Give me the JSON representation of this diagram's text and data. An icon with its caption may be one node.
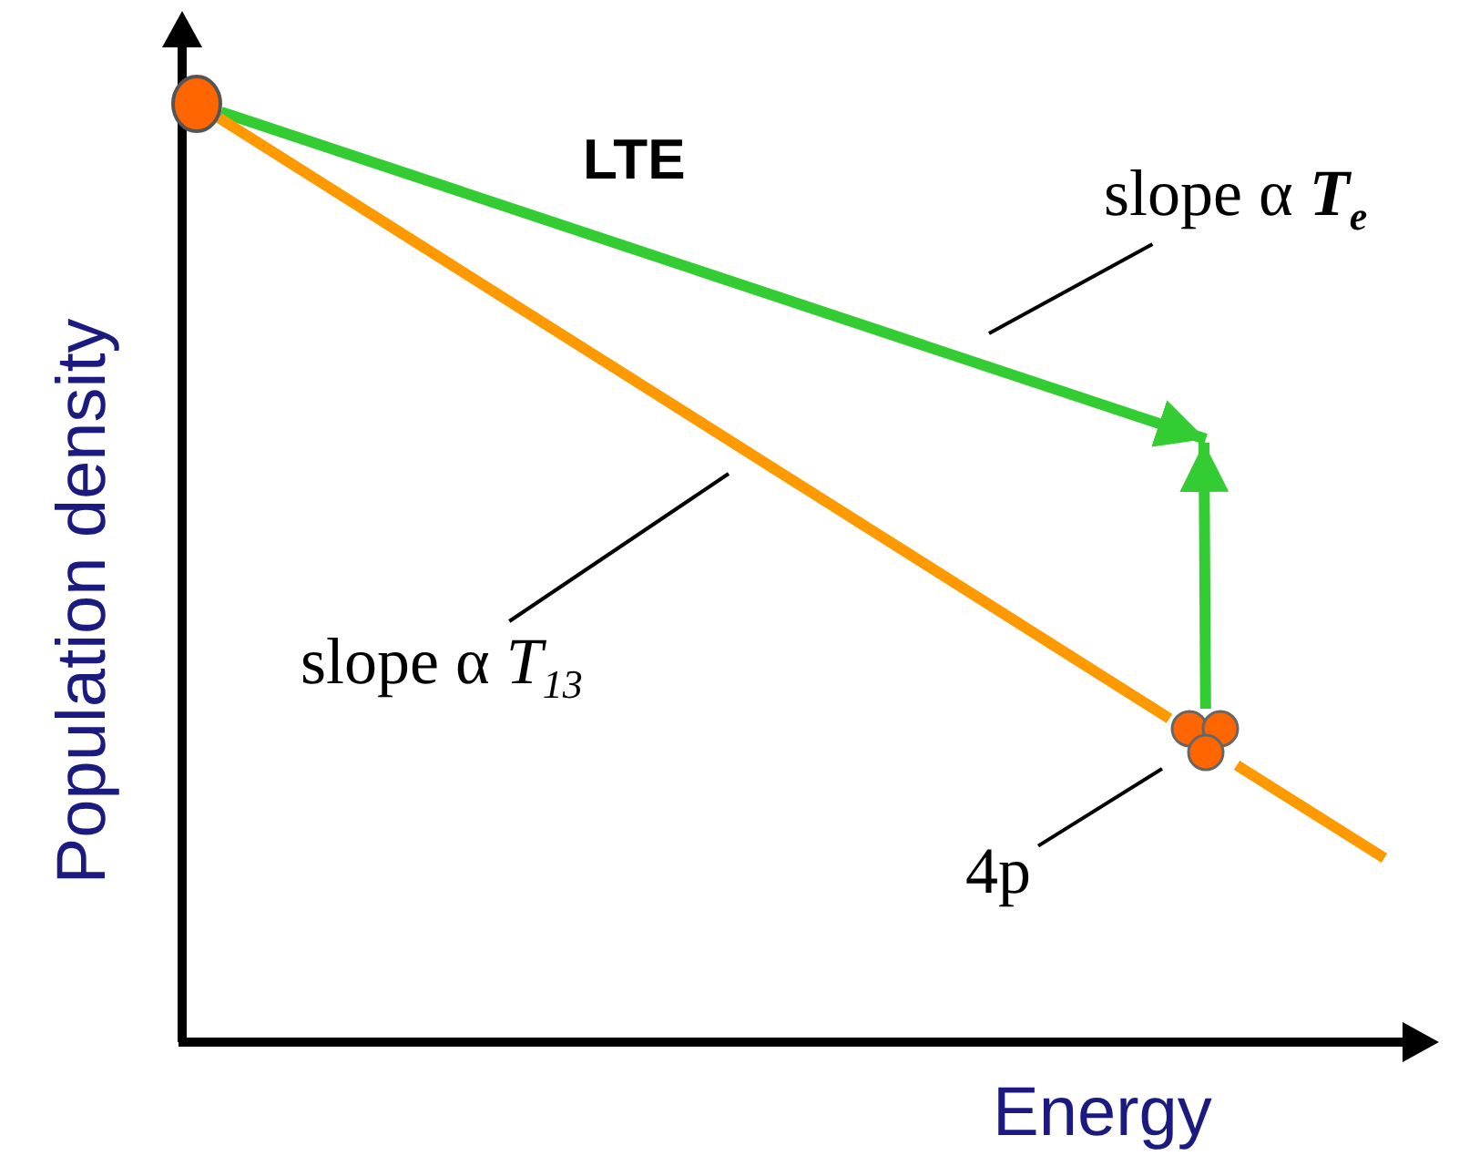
{
  "diagram": {
    "nodes": [
      {
        "text": [],
        "shape": "circle"
      },
      {
        "text": [],
        "shape": "circle"
      },
      {
        "text": [
          "4p"
        ]
      },
      {
        "text": [
          "slope α *T*$_{13}$"
        ]
      },
      {
        "text": [
          "slope α **T**$_{e}$"
        ]
      }
    ],
    "edges": [
      {
        "from": 0,
        "to": null,
        "arrow": "to",
        "style": "thick",
        "color": "#33cc33"
      },
      {
        "from": 1,
        "to": null,
        "arrow": "to",
        "style": "thick",
        "color": "#33cc33"
      },
      {
        "from": 0,
        "to": 1,
        "arrow": "none",
        "style": "thick",
        "color": "#ff9900"
      },
      {
        "from": 4,
        "to": null,
        "arrow": "none"
      },
      {
        "from": 3,
        "to": null,
        "arrow": "none"
      },
      {
        "from": 2,
        "to": 1,
        "arrow": "none"
      }
    ],
    "labels": [
      "LTE",
      "Population density",
      "Energy"
    ]
  }
}
